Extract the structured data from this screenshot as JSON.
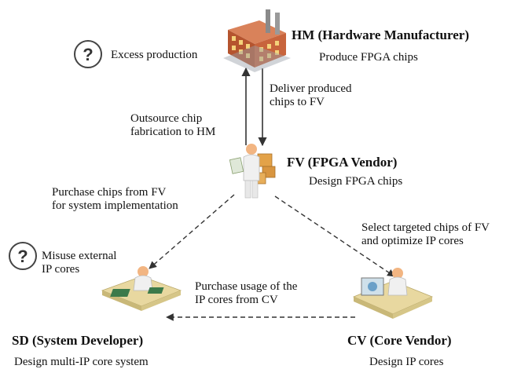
{
  "nodes": {
    "hm": {
      "title": "HM (Hardware Manufacturer)",
      "subtitle": "Produce FPGA chips"
    },
    "fv": {
      "title": "FV (FPGA Vendor)",
      "subtitle": "Design FPGA chips"
    },
    "sd": {
      "title": "SD (System Developer)",
      "subtitle": "Design multi-IP core system"
    },
    "cv": {
      "title": "CV (Core Vendor)",
      "subtitle": "Design IP cores"
    }
  },
  "edges": {
    "fv_to_hm": [
      "Outsource chip",
      "fabrication to HM"
    ],
    "hm_to_fv": [
      "Deliver produced",
      "chips to FV"
    ],
    "fv_to_sd": [
      "Purchase chips from FV",
      "for system implementation"
    ],
    "fv_to_cv": [
      "Select targeted chips of FV",
      "and optimize IP cores"
    ],
    "cv_to_sd": [
      "Purchase usage of the",
      "IP cores from CV"
    ]
  },
  "threats": {
    "hm": "Excess production",
    "sd": [
      "Misuse external",
      "IP cores"
    ]
  },
  "threat_icon_glyph": "?",
  "colors": {
    "arrow": "#333333",
    "building": "#c8643c",
    "desk": "#e8d8a0",
    "shirt": "#f0f0f0",
    "skin": "#f2b582"
  }
}
